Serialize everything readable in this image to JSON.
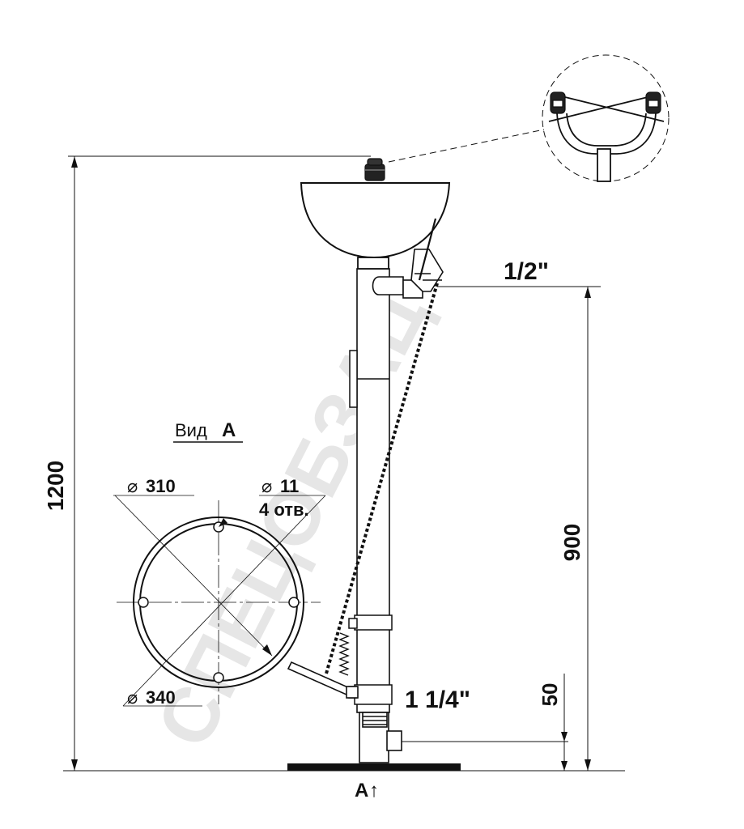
{
  "watermark": "CПЕЦОБЗАЦ",
  "dimensions": {
    "overall_height": "1200",
    "inlet_height": "900",
    "drain_height": "50"
  },
  "pipe_sizes": {
    "upper_inlet": "1/2\"",
    "lower_inlet": "1 1/4\""
  },
  "view_a": {
    "title_prefix": "Вид",
    "title_letter": "А",
    "inner_diameter": "310",
    "outer_diameter": "340",
    "hole_diameter": "11",
    "hole_count": "4 отв.",
    "diameter_symbol": "⌀"
  },
  "view_marker": {
    "letter": "А",
    "arrow": "↑"
  },
  "colors": {
    "line": "#111111",
    "watermark": "#e6e6e6",
    "background": "#ffffff"
  }
}
